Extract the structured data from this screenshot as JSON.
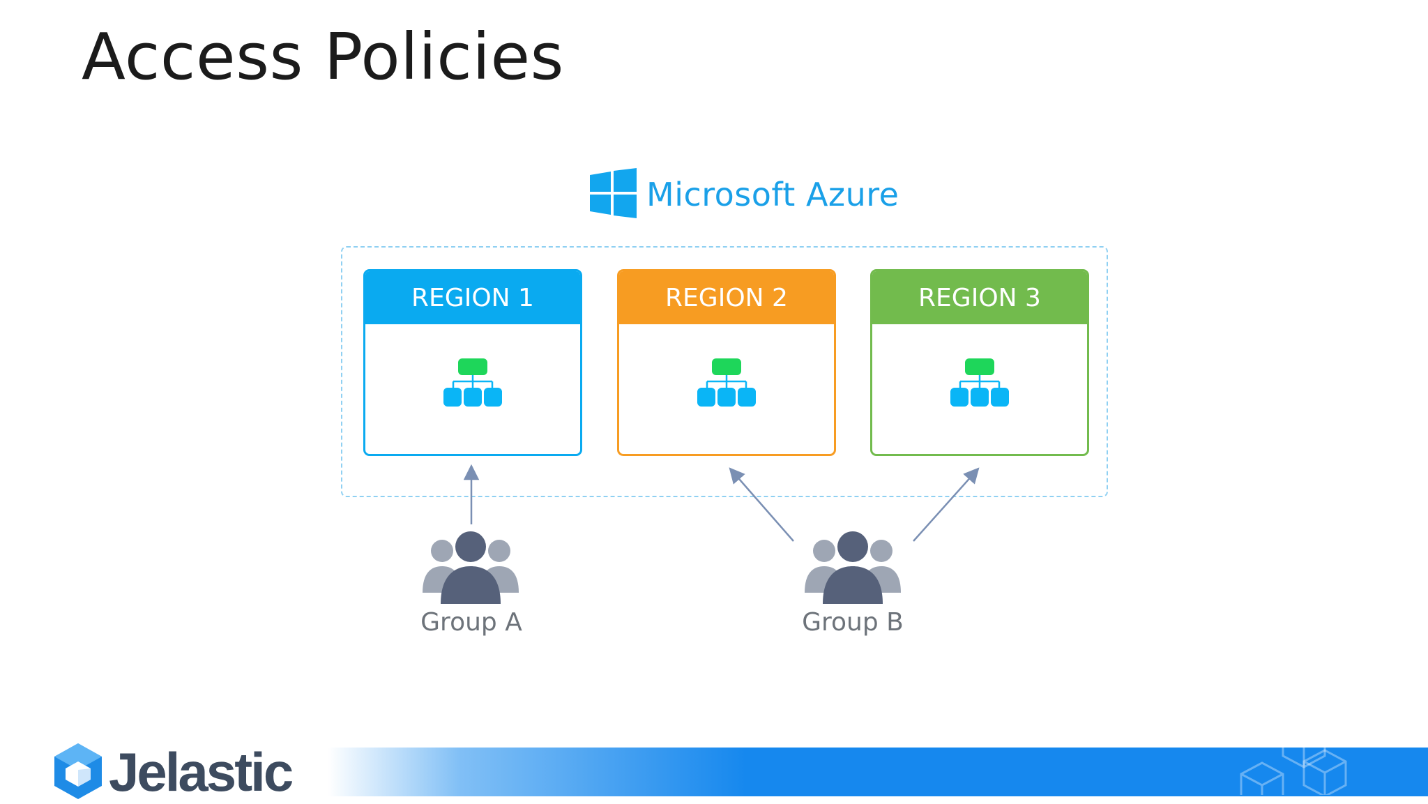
{
  "slide": {
    "title": "Access Policies"
  },
  "azure": {
    "label": "Microsoft Azure"
  },
  "regions": [
    {
      "label": "REGION 1",
      "color": "#0aaaf0"
    },
    {
      "label": "REGION 2",
      "color": "#f79c22"
    },
    {
      "label": "REGION 3",
      "color": "#72bb4d"
    }
  ],
  "groups": [
    {
      "label": "Group A",
      "access": [
        "REGION 1"
      ]
    },
    {
      "label": "Group B",
      "access": [
        "REGION 2",
        "REGION 3"
      ]
    }
  ],
  "colors": {
    "node_green": "#1ed65a",
    "node_blue": "#0ab5f6",
    "arrow": "#7a8fb3",
    "person_front": "#56617a",
    "person_back": "#9ea6b4",
    "footer_blue": "#1688ee"
  },
  "footer": {
    "brand": "Jelastic"
  },
  "icons": {
    "azure": "windows-logo-icon",
    "network": "network-hierarchy-icon",
    "group": "user-group-icon",
    "brand": "jelastic-cube-logo-icon",
    "decor": "wireframe-cubes-icon"
  }
}
